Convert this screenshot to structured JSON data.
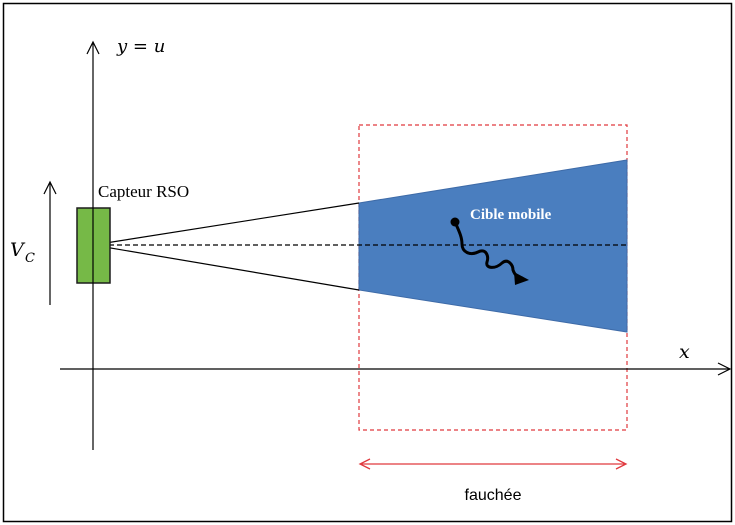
{
  "labels": {
    "y_axis": "y = u",
    "x_axis": "x",
    "sensor": "Capteur RSO",
    "velocity_main": "V",
    "velocity_sub": "C",
    "target": "Cible mobile",
    "swath": "fauchée"
  },
  "colors": {
    "sensor_fill": "#76b947",
    "beam_fill": "#4a7ebf",
    "beam_stroke": "#3e6ba8",
    "swath_red": "#e0393e",
    "target_text": "#ffffff"
  }
}
